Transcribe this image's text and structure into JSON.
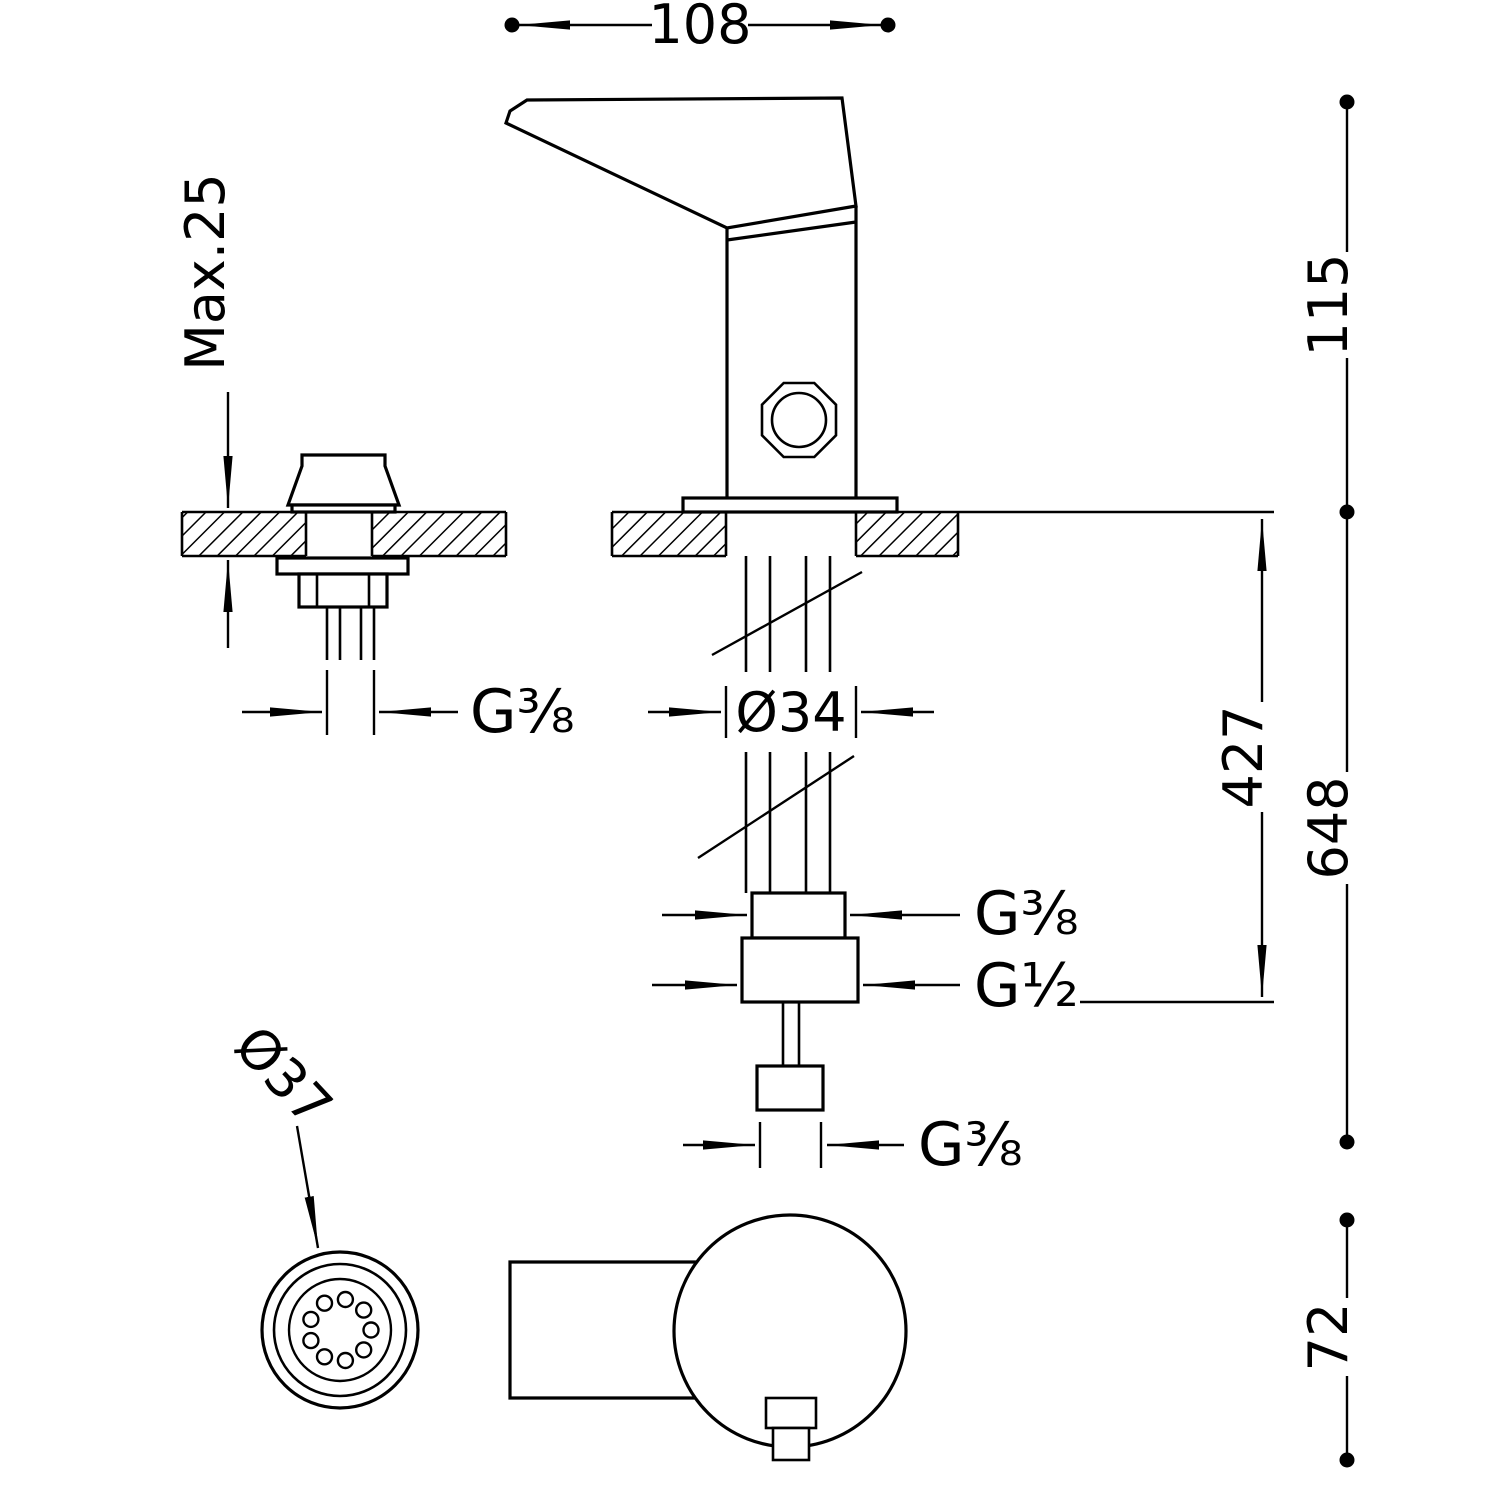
{
  "drawing": {
    "colors": {
      "line": "#000000",
      "background": "#ffffff"
    },
    "labels": {
      "width_top": "108",
      "counter_thickness": "Max.25",
      "drain_thread": "G⅜",
      "body_hole_diameter": "Ø34",
      "supply_thread_a": "G⅜",
      "supply_thread_b": "G½",
      "hose_end_thread": "G⅜",
      "aerator_diameter": "Ø37",
      "height_115": "115",
      "height_427": "427",
      "height_648": "648",
      "height_72": "72"
    }
  }
}
